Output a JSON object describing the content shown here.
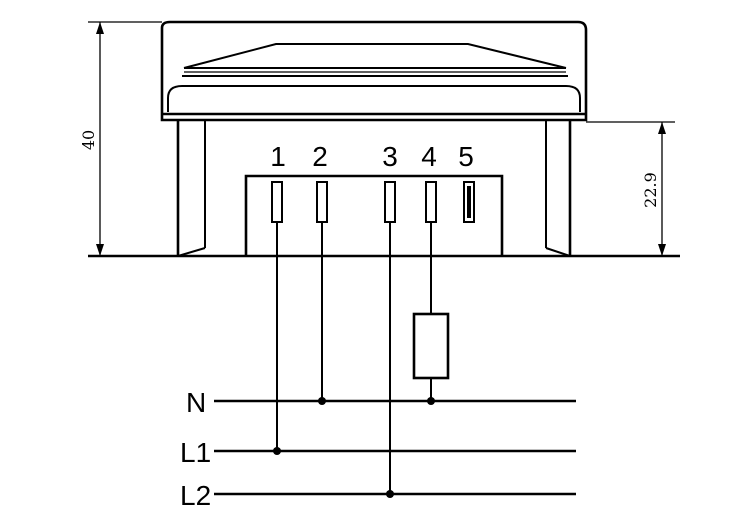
{
  "dimensions": {
    "overall_height": "40",
    "terminal_height": "22.9"
  },
  "terminals": [
    "1",
    "2",
    "3",
    "4",
    "5"
  ],
  "lines": [
    "N",
    "L1",
    "L2"
  ]
}
